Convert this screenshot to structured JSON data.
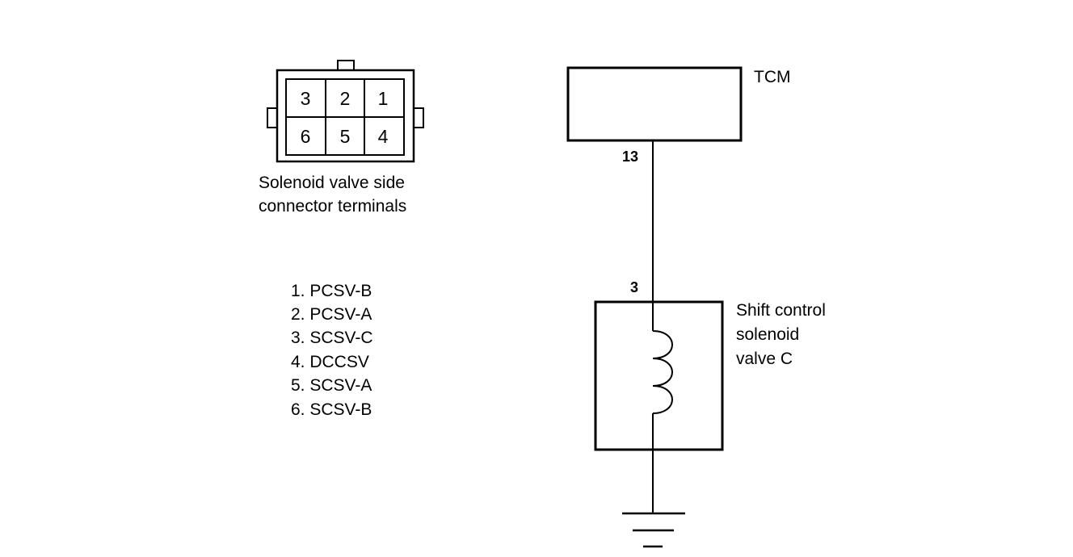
{
  "connector": {
    "caption_line1": "Solenoid valve side",
    "caption_line2": "connector terminals",
    "pins_top": [
      "3",
      "2",
      "1"
    ],
    "pins_bottom": [
      "6",
      "5",
      "4"
    ]
  },
  "terminal_list": [
    "1. PCSV-B",
    "2. PCSV-A",
    "3. SCSV-C",
    "4. DCCSV",
    "5. SCSV-A",
    "6. SCSV-B"
  ],
  "circuit": {
    "module_label": "TCM",
    "module_pin": "13",
    "solenoid_pin": "3",
    "solenoid_label_line1": "Shift control",
    "solenoid_label_line2": "solenoid",
    "solenoid_label_line3": "valve C",
    "ground_icon": "ground-symbol-icon"
  }
}
